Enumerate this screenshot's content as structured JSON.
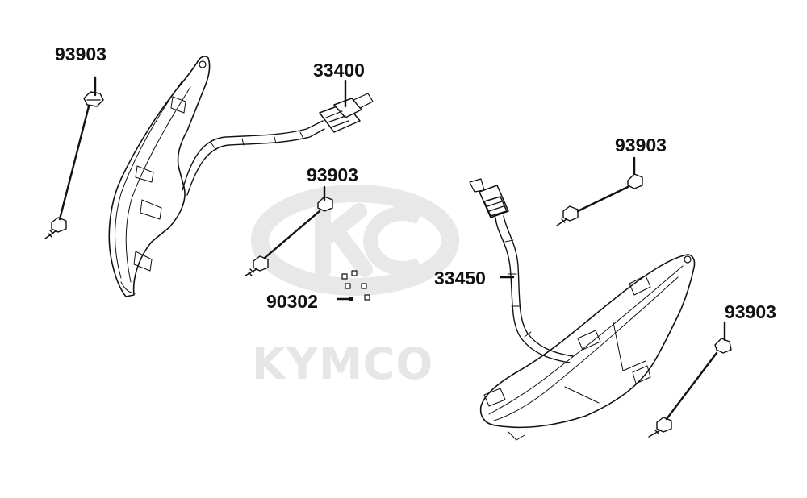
{
  "watermark": {
    "text": "KYMCO"
  },
  "parts": [
    {
      "id": "screw-top-left",
      "number": "93903"
    },
    {
      "id": "connector-left",
      "number": "33400"
    },
    {
      "id": "screw-center",
      "number": "93903"
    },
    {
      "id": "clips",
      "number": "90302"
    },
    {
      "id": "screw-right-upper",
      "number": "93903"
    },
    {
      "id": "light-right",
      "number": "33450"
    },
    {
      "id": "screw-right-lower",
      "number": "93903"
    }
  ],
  "colors": {
    "line": "#111111",
    "watermark": "#e6e6e6",
    "background": "#ffffff"
  }
}
